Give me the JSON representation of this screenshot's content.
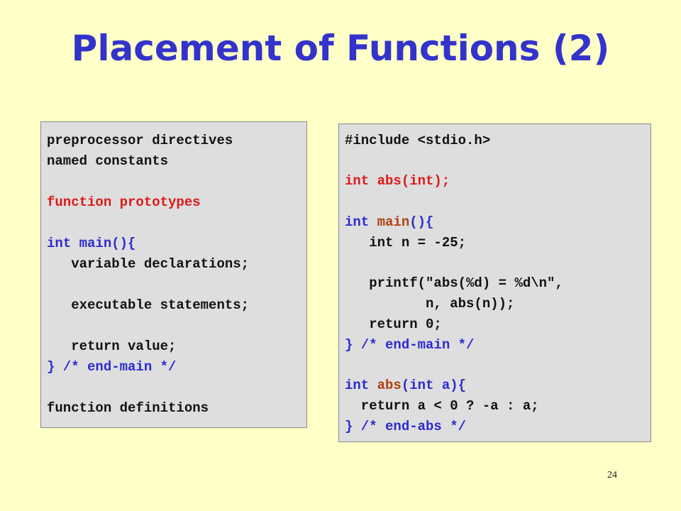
{
  "title": "Placement of Functions (2)",
  "page_number": "24",
  "left_box": {
    "preprocessor": "preprocessor directives",
    "constants": "named constants",
    "prototypes": "function prototypes",
    "main_kw": "int",
    "main_name": " main(){",
    "declarations": "   variable declarations;",
    "statements": "   executable statements;",
    "return_line": "   return value;",
    "end_main": "} /* end-main */",
    "definitions": "function definitions"
  },
  "right_box": {
    "include": "#include <stdio.h>",
    "prototype": "int abs(int);",
    "main_kw": "int",
    "main_name": " main",
    "main_paren": "(){",
    "decl": "   int n = -25;",
    "printf1": "   printf(\"abs(%d) = %d\\n\",",
    "printf2": "          n, abs(n));",
    "return0": "   return 0;",
    "end_main": "} /* end-main */",
    "abs_kw": "int",
    "abs_name": " abs",
    "abs_args": "(int a){",
    "abs_return": "  return a < 0 ? -a : a;",
    "end_abs": "} /* end-abs */"
  },
  "colors": {
    "background": "#ffffc8",
    "title": "#3333cc",
    "code_box": "#dedede",
    "prototype_red": "#e01818",
    "keyword_blue": "#2b2bd0",
    "function_name_brown": "#b04010"
  }
}
